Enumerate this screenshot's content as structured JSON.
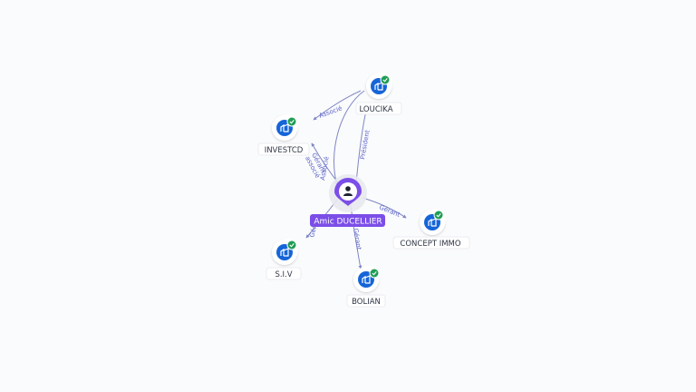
{
  "colors": {
    "background": "#fafbfc",
    "person_accent": "#7b4ee8",
    "company_accent": "#1565d8",
    "verified": "#1f9d55",
    "edge": "#7f86c4",
    "edge_label": "#5b63c9"
  },
  "icons": {
    "person": "user-icon",
    "company": "building-icon",
    "verified": "check-badge-icon"
  },
  "center": {
    "name": "Amic DUCELLIER"
  },
  "companies": [
    {
      "id": "loucika",
      "name": "LOUCIKA"
    },
    {
      "id": "investcd",
      "name": "INVESTCD"
    },
    {
      "id": "concept",
      "name": "CONCEPT IMMO"
    },
    {
      "id": "siv",
      "name": "S.I.V"
    },
    {
      "id": "bolian",
      "name": "BOLIAN"
    }
  ],
  "edges": [
    {
      "id": "center-loucika",
      "label": "Président"
    },
    {
      "id": "center-investcd",
      "label": "Gérant associé"
    },
    {
      "id": "investcd-loucika",
      "label": "Associé"
    },
    {
      "id": "center-concept",
      "label": "Gérant"
    },
    {
      "id": "center-siv",
      "label": "Gérant"
    },
    {
      "id": "center-bolian",
      "label": "Gérant"
    },
    {
      "id": "loucika-center",
      "label": "Associé"
    }
  ]
}
